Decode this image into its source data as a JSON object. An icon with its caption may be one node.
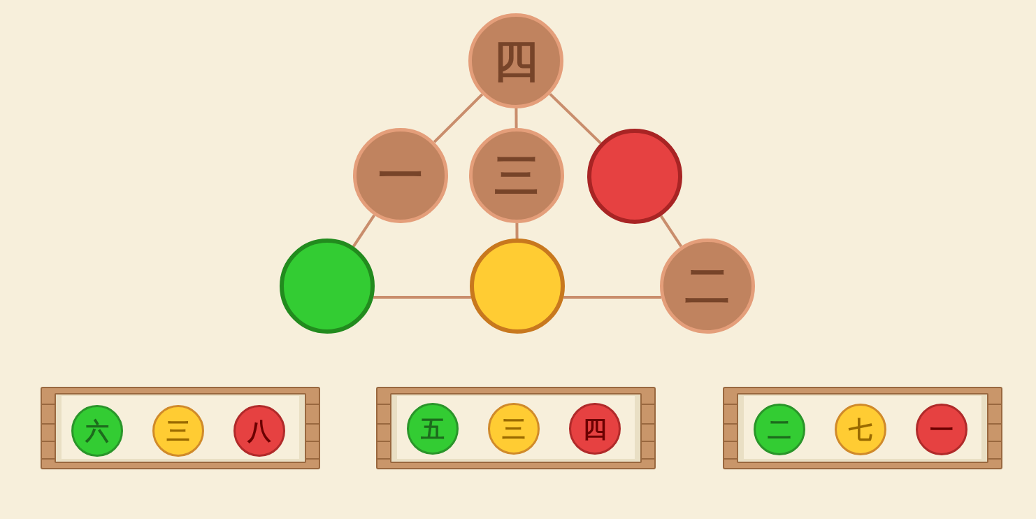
{
  "diagram": {
    "nodes": [
      {
        "text": [
          "四"
        ]
      },
      {
        "text": [
          "一"
        ]
      },
      {
        "text": [
          "三"
        ]
      },
      {
        "text": [],
        "shape": "circle"
      },
      {
        "text": [],
        "shape": "circle"
      },
      {
        "text": [],
        "shape": "circle"
      },
      {
        "text": [
          "二"
        ]
      },
      {
        "text": [],
        "shape": "box"
      },
      {
        "text": [
          "六"
        ],
        "in": 7
      },
      {
        "text": [
          "三"
        ],
        "in": 7
      },
      {
        "text": [
          "八"
        ],
        "in": 7
      },
      {
        "text": [],
        "shape": "box"
      },
      {
        "text": [
          "五"
        ],
        "in": 11
      },
      {
        "text": [
          "三"
        ],
        "in": 11
      },
      {
        "text": [
          "四"
        ],
        "in": 11
      },
      {
        "text": [],
        "shape": "box"
      },
      {
        "text": [
          "二"
        ],
        "in": 15
      },
      {
        "text": [
          "七"
        ],
        "in": 15
      },
      {
        "text": [
          "一"
        ],
        "in": 15
      }
    ],
    "edges": [
      {
        "from": 0,
        "to": 1,
        "arrow": "none"
      },
      {
        "from": 0,
        "to": 2,
        "arrow": "none"
      },
      {
        "from": 0,
        "to": 3,
        "arrow": "none"
      },
      {
        "from": 1,
        "to": 4,
        "arrow": "none"
      },
      {
        "from": 2,
        "to": 5,
        "arrow": "none"
      },
      {
        "from": 3,
        "to": 6,
        "arrow": "none"
      },
      {
        "from": 4,
        "to": 5,
        "arrow": "none"
      },
      {
        "from": 5,
        "to": 6,
        "arrow": "none"
      }
    ]
  }
}
